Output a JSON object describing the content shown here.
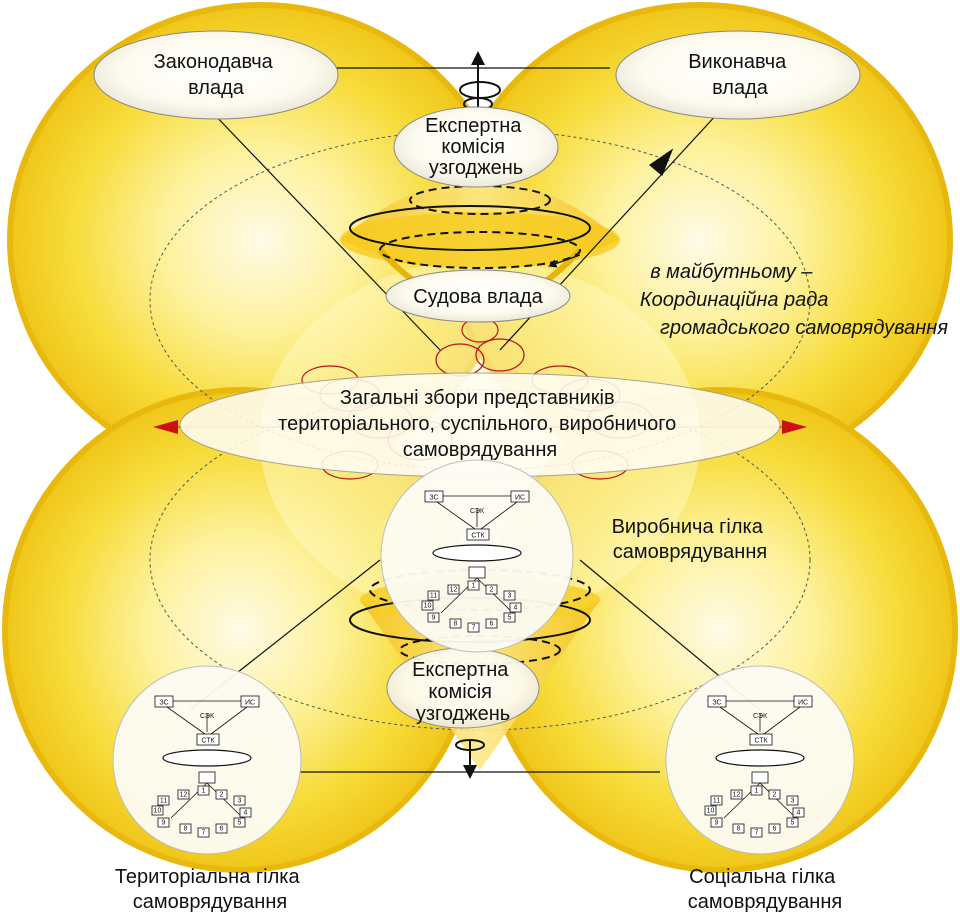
{
  "top": {
    "legislative": [
      "Законодавча",
      "влада"
    ],
    "executive": [
      "Виконавча",
      "влада"
    ],
    "expert_commission": [
      "Експертна",
      "комісія",
      "узгоджень"
    ],
    "judicial": "Судова влада",
    "future_note": [
      "в майбутньому –",
      "Координаційна рада",
      "громадського самоврядування"
    ]
  },
  "assembly": [
    "Загальні збори представників",
    "територіального, суспільного, виробничого",
    "самоврядування"
  ],
  "branches": {
    "production": [
      "Виробнича гілка",
      "самоврядування"
    ],
    "territorial": [
      "Територіальна гілка",
      "самоврядування"
    ],
    "social": [
      "Соціальна гілка",
      "самоврядування"
    ]
  },
  "lower_expert_commission": [
    "Експертна",
    "комісія",
    "узгоджень"
  ],
  "mini_model": {
    "zs": "ЗС",
    "is": "ИС",
    "sek": "СЭК",
    "stk": "СТК",
    "numbers": [
      "1",
      "2",
      "3",
      "4",
      "5",
      "6",
      "7",
      "8",
      "9",
      "10",
      "11",
      "12"
    ]
  },
  "colors": {
    "yellow": "#f6d21c",
    "pale_yellow": "#fff9d4",
    "red_arrow": "#cc1111",
    "red_spiral": "#b8141a",
    "black": "#111111"
  }
}
